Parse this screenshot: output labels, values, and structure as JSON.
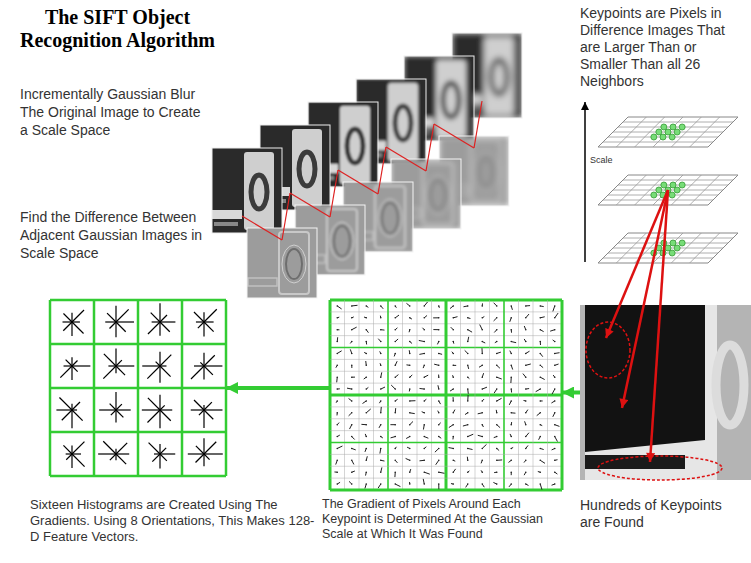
{
  "diagram": {
    "title": "The SIFT Object Recognition Algorithm",
    "nodes": [
      {
        "text": [
          "Sixteen Histograms are Created Using The Gradients. Using 8 Orientations, This Makes 128-D Feature Vectors."
        ]
      },
      {
        "text": [
          "The Gradient of Pixels Around Each Keypoint is Determined At the Gaussian Scale at Which It Was Found"
        ]
      },
      {
        "text": [
          "Hundreds of Keypoints are Found"
        ]
      }
    ],
    "edges": [
      {
        "from": 2,
        "to": 1,
        "arrow": "to"
      },
      {
        "from": 1,
        "to": 0,
        "arrow": "to"
      }
    ],
    "labels": [
      "Incrementally Gaussian Blur The Original Image to Create a Scale Space",
      "Find the Difference Between Adjacent Gaussian Images in Scale Space",
      "Keypoints are Pixels in Difference Images That are Larger Than or Smaller Than all 26 Neighbors",
      "Scale"
    ]
  }
}
